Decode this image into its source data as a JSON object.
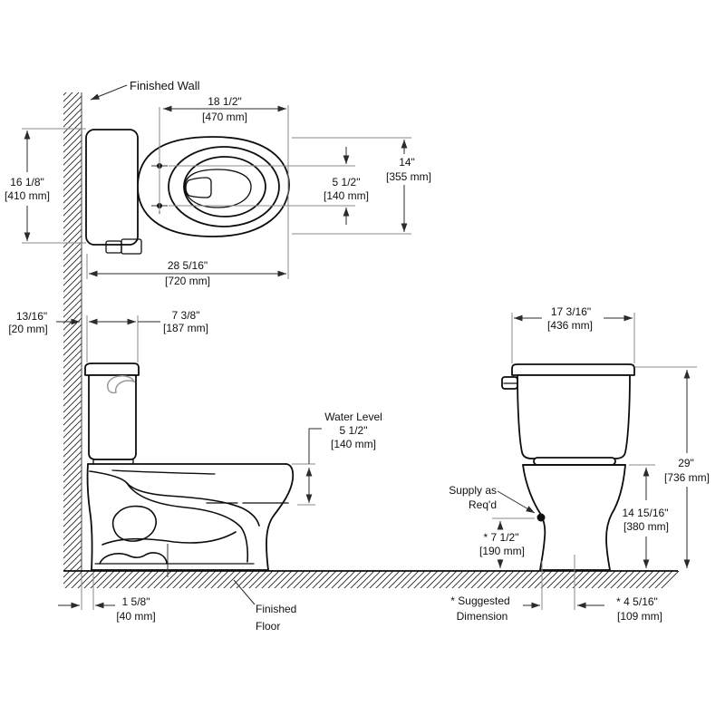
{
  "colors": {
    "ink": "#0d0d0d",
    "dim_line": "#2b2b2b",
    "ext_line": "#8a8a8a",
    "background": "#ffffff"
  },
  "labels": {
    "finished_wall": "Finished Wall",
    "water_level": "Water Level",
    "supply_line1": "Supply as",
    "supply_line2": "Req'd",
    "finished_floor_line1": "Finished",
    "finished_floor_line2": "Floor",
    "suggested_line1": "* Suggested",
    "suggested_line2": "Dimension"
  },
  "dimensions": {
    "seat_length": {
      "inches": "18 1/2\"",
      "mm": "[470 mm]"
    },
    "bowl_width": {
      "inches": "14\"",
      "mm": "[355 mm]"
    },
    "bolt_spacing": {
      "inches": "5 1/2\"",
      "mm": "[140 mm]"
    },
    "tank_width_top": {
      "inches": "16 1/8\"",
      "mm": "[410 mm]"
    },
    "overall_depth": {
      "inches": "28 5/16\"",
      "mm": "[720 mm]"
    },
    "wall_gap": {
      "inches": "13/16\"",
      "mm": "[20 mm]"
    },
    "tank_depth": {
      "inches": "7 3/8\"",
      "mm": "[187 mm]"
    },
    "water_level_depth": {
      "inches": "5 1/2\"",
      "mm": "[140 mm]"
    },
    "tank_width_front": {
      "inches": "17 3/16\"",
      "mm": "[436 mm]"
    },
    "overall_height": {
      "inches": "29\"",
      "mm": "[736 mm]"
    },
    "rim_height": {
      "inches": "14 15/16\"",
      "mm": "[380 mm]"
    },
    "supply_height": {
      "inches": "* 7 1/2\"",
      "mm": "[190 mm]"
    },
    "base_offset": {
      "inches": "1 5/8\"",
      "mm": "[40 mm]"
    },
    "supply_offset": {
      "inches": "* 4 5/16\"",
      "mm": "[109 mm]"
    }
  }
}
